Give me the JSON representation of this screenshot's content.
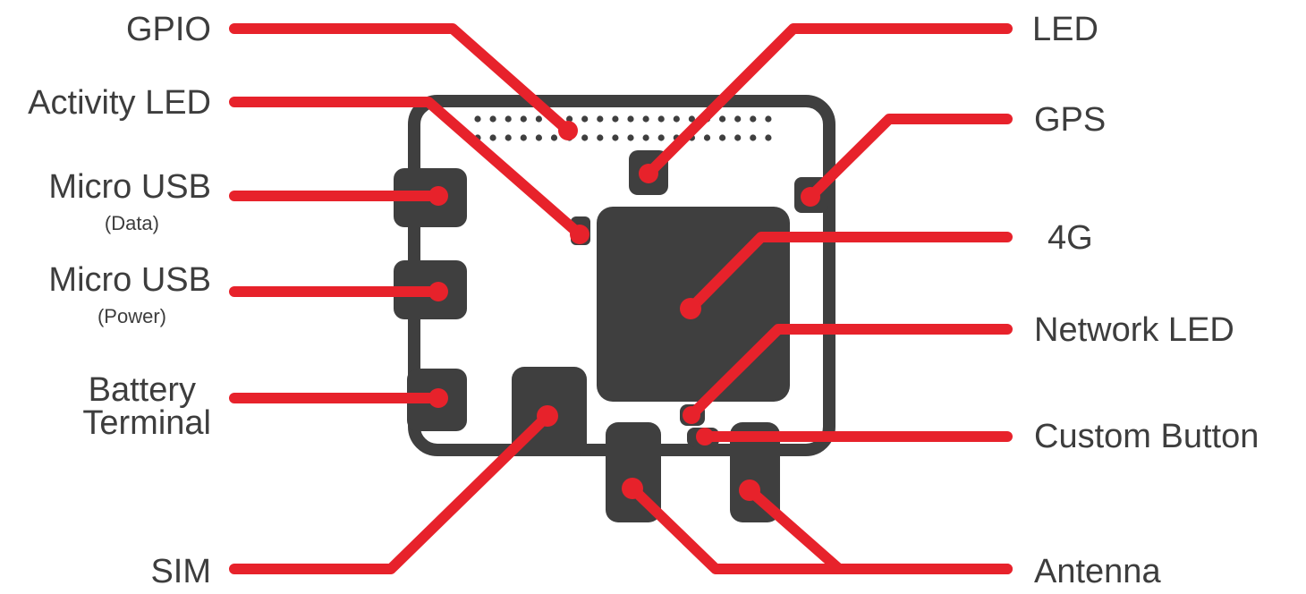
{
  "labels": {
    "gpio": "GPIO",
    "activity_led": "Activity LED",
    "micro_usb_data": "Micro USB",
    "micro_usb_data_sub": "(Data)",
    "micro_usb_power": "Micro USB",
    "micro_usb_power_sub": "(Power)",
    "battery_line1": "Battery",
    "battery_line2": "Terminal",
    "sim": "SIM",
    "led": "LED",
    "gps": "GPS",
    "four_g": "4G",
    "network_led": "Network LED",
    "custom_button": "Custom Button",
    "antenna": "Antenna"
  },
  "colors": {
    "leader": "#e7222b",
    "board": "#3f3f3f",
    "text": "#3d3d3d"
  }
}
